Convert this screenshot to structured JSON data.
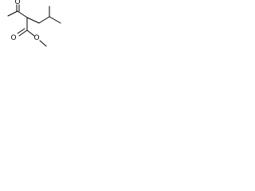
{
  "molecule": {
    "atoms": {
      "ketone_oxygen": "O",
      "ester_carbonyl_oxygen": "O",
      "ester_ether_oxygen": "O"
    },
    "bond_color": "#000000",
    "background": "#ffffff"
  }
}
